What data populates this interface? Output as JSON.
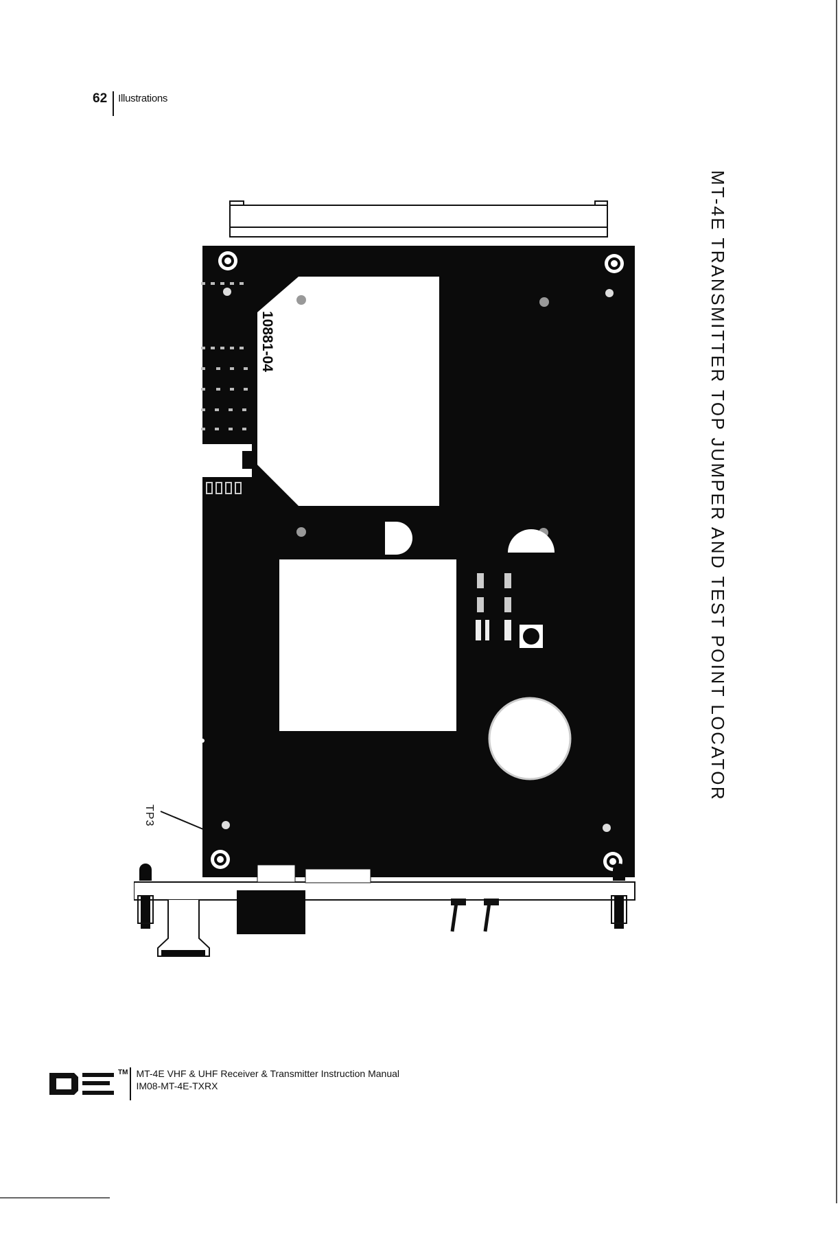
{
  "header": {
    "page_number": "62",
    "section": "Illustrations"
  },
  "figure": {
    "title": "MT-4E TRANSMITTER TOP JUMPER AND TEST POINT LOCATOR",
    "board_label": "10881-04",
    "callout": "TP3"
  },
  "footer": {
    "logo_tm": "TM",
    "manual_title": "MT-4E VHF & UHF Receiver & Transmitter Instruction Manual",
    "doc_id": "IM08-MT-4E-TXRX"
  }
}
